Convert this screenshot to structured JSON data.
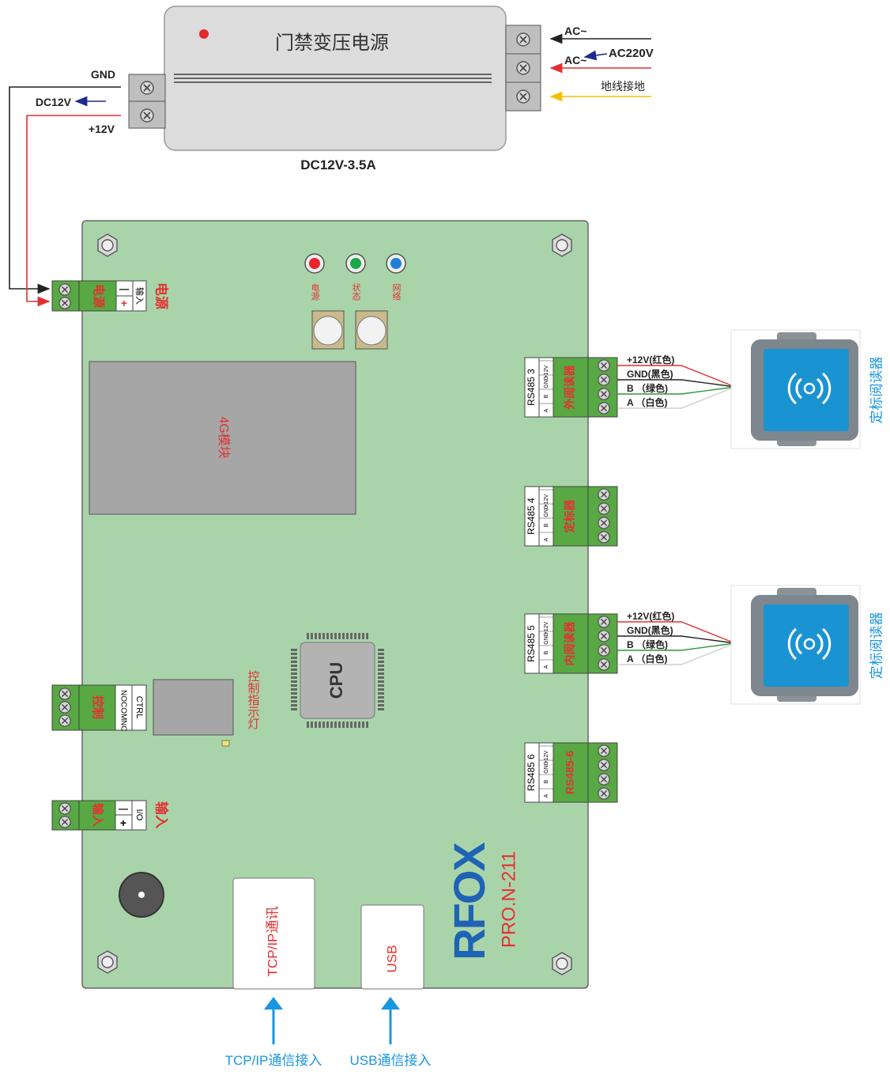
{
  "power_supply": {
    "title": "门禁变压电源",
    "rating": "DC12V-3.5A",
    "out_gnd": "GND",
    "out_dc": "DC12V",
    "out_plus": "+12V",
    "in_ac1": "AC~",
    "in_ac2": "AC~",
    "in_ac220": "AC220V",
    "in_ground": "地线接地"
  },
  "board": {
    "leds": [
      {
        "label": "电源",
        "color": "#e8242a"
      },
      {
        "label": "状态",
        "color": "#1aa84a"
      },
      {
        "label": "网络",
        "color": "#1f7fd6"
      }
    ],
    "module_4g": "4G模块",
    "cpu": "CPU",
    "ctrl_indicator": "控制指示灯",
    "brand_logo": "RFOX",
    "model": "PRO.N-211",
    "power_terminal": {
      "name": "电源",
      "pin_minus": "—",
      "pin_plus": "+",
      "side": "输入",
      "label": "电源"
    },
    "control_terminal": {
      "name": "控制",
      "pins": [
        "NO",
        "COM",
        "NC"
      ],
      "side": "CTRL"
    },
    "input_terminal": {
      "name": "输入",
      "pin_minus": "—",
      "pin_plus": "+",
      "side": "I/O",
      "label": "输入"
    },
    "rs485_ports": [
      {
        "port": "RS485 3",
        "name": "外阅读器",
        "pins": [
          "A",
          "B",
          "GND",
          "+12V"
        ]
      },
      {
        "port": "RS485 4",
        "name": "定标器",
        "pins": [
          "A",
          "B",
          "GND",
          "+12V"
        ]
      },
      {
        "port": "RS485 5",
        "name": "内阅读器",
        "pins": [
          "A",
          "B",
          "GND",
          "+12V"
        ]
      },
      {
        "port": "RS485 6",
        "name": "RS485-6",
        "pins": [
          "A",
          "B",
          "GND",
          "+12V"
        ]
      }
    ],
    "tcp_port": "TCP/IP通讯",
    "usb_port": "USB"
  },
  "wires": {
    "w1": "+12V(红色)",
    "w2": "GND(黑色)",
    "w3": "B （绿色)",
    "w4": "A （白色)"
  },
  "readers": [
    {
      "label": "定标阅读器"
    },
    {
      "label": "定标阅读器"
    }
  ],
  "bottom": {
    "tcp_caption": "TCP/IP通信接入",
    "usb_caption": "USB通信接入"
  },
  "colors": {
    "board": "#a9d4aa",
    "terminal_green": "#58a844",
    "label_red": "#e53030",
    "caption_blue": "#1996e0",
    "logo_blue": "#1f63b5"
  }
}
